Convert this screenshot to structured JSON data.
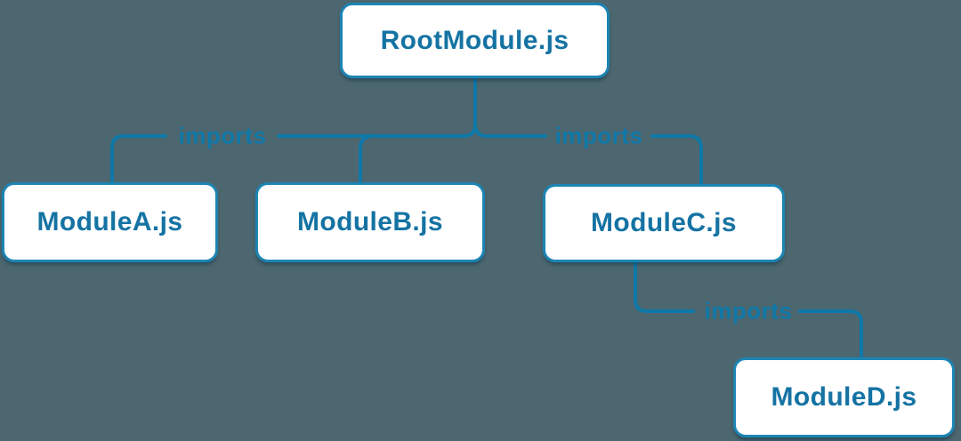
{
  "nodes": [
    {
      "id": "root",
      "label": "RootModule.js"
    },
    {
      "id": "moduleA",
      "label": "ModuleA.js"
    },
    {
      "id": "moduleB",
      "label": "ModuleB.js"
    },
    {
      "id": "moduleC",
      "label": "ModuleC.js"
    },
    {
      "id": "moduleD",
      "label": "ModuleD.js"
    }
  ],
  "edges": [
    {
      "from": "root",
      "to": "moduleA",
      "label": "imports"
    },
    {
      "from": "root",
      "to": "moduleB",
      "label": "imports"
    },
    {
      "from": "root",
      "to": "moduleC",
      "label": "imports"
    },
    {
      "from": "moduleC",
      "to": "moduleD",
      "label": "imports"
    }
  ],
  "edge_labels_visible": [
    {
      "text": "imports"
    },
    {
      "text": "imports"
    },
    {
      "text": "imports"
    }
  ],
  "colors": {
    "background": "#4d6770",
    "connector": "#0e78a8",
    "node_border": "#1c85b4",
    "node_fill": "#ffffff",
    "node_text": "#1573a3",
    "edge_label_text": "#0f78a8"
  }
}
